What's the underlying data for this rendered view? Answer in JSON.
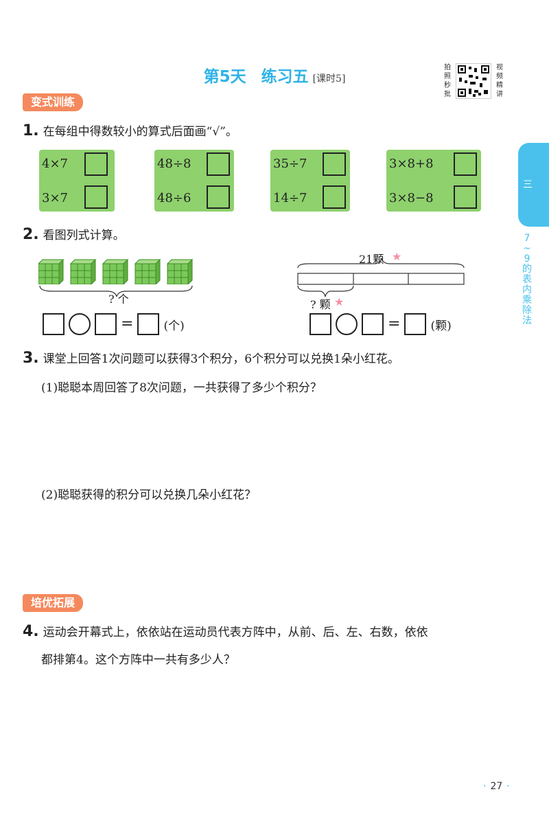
{
  "header": {
    "day": "第5天",
    "title": "练习五",
    "lesson": "[课时5]"
  },
  "qr": {
    "left_text": [
      "拍",
      "照",
      "秒",
      "批"
    ],
    "right_text": [
      "视",
      "频",
      "精",
      "讲"
    ]
  },
  "side": {
    "unit_num": "三",
    "unit_title": [
      "7",
      "~",
      "9",
      "的",
      "表",
      "内",
      "乘",
      "除",
      "法"
    ]
  },
  "sections": {
    "s1": "变式训练",
    "s2": "培优拓展"
  },
  "q1": {
    "num": "1.",
    "text": "在每组中得数较小的算式后面画“√”。",
    "groups": [
      {
        "a": "4×7",
        "b": "3×7"
      },
      {
        "a": "48÷8",
        "b": "48÷6"
      },
      {
        "a": "35÷7",
        "b": "14÷7"
      },
      {
        "a": "3×8+8",
        "b": "3×8−8"
      }
    ]
  },
  "q2": {
    "num": "2.",
    "text": "看图列式计算。",
    "left_label": "? 个",
    "right_top": "21颗",
    "right_bottom": "? 颗",
    "unit_left": "(个)",
    "unit_right": "(颗)",
    "eq": "="
  },
  "q3": {
    "num": "3.",
    "text": "课堂上回答1次问题可以获得3个积分，6个积分可以兑换1朵小红花。",
    "sub1": "(1)聪聪本周回答了8次问题，一共获得了多少个积分？",
    "sub2": "(2)聪聪获得的积分可以兑换几朵小红花？"
  },
  "q4": {
    "num": "4.",
    "line1": "运动会开幕式上，依依站在运动员代表方阵中，从前、后、左、右数，依依",
    "line2": "都排第4。这个方阵中一共有多少人？"
  },
  "page": {
    "number": "27",
    "dot": "·"
  },
  "colors": {
    "accent": "#2fb3e6",
    "tag": "#f5895d",
    "green": "#8ed16d",
    "star": "#f58fa8",
    "cube": "#7cc95a"
  }
}
